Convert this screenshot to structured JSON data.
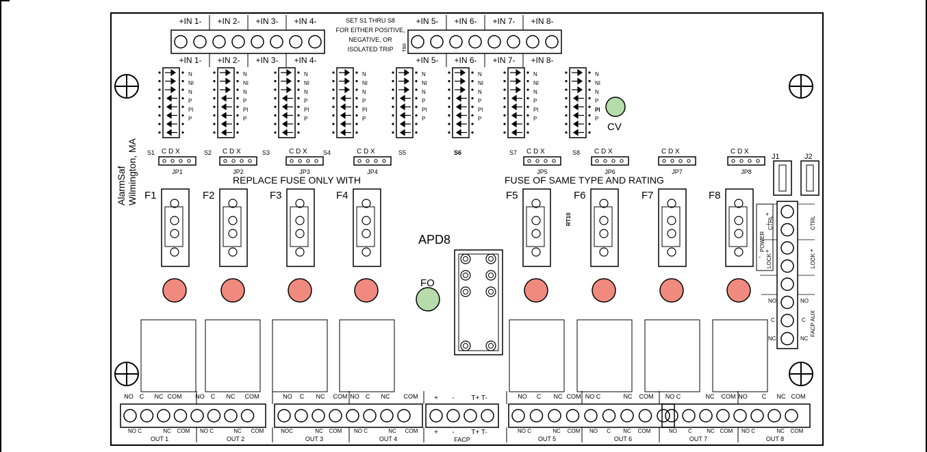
{
  "board": {
    "maker": "AlarmSaf",
    "city": "Wilmington, MA",
    "model": "APD8",
    "note_lines": [
      "SET S1 THRU S8",
      "FOR EITHER POSITIVE,",
      "NEGATIVE, OR",
      "ISOLATED TRIP"
    ],
    "tb6": "TB6",
    "fuse_warning_left": "REPLACE FUSE ONLY WITH",
    "fuse_warning_right": "FUSE OF SAME TYPE AND RATING",
    "rt10": "RT10"
  },
  "input_labels": [
    "+IN 1-",
    "+IN 2-",
    "+IN 3-",
    "+IN 4-",
    "+IN 5-",
    "+IN 6-",
    "+IN 7-",
    "+IN 8-"
  ],
  "switch_side_labels": [
    "N",
    "NI",
    "N",
    "P",
    "PI",
    "P"
  ],
  "switch_names": [
    "S1",
    "S2",
    "S3",
    "S4",
    "S5",
    "S6",
    "S7",
    "S8"
  ],
  "jumpers": {
    "pin_labels": "C D X",
    "names": [
      "JP1",
      "JP2",
      "JP3",
      "JP4",
      "JP5",
      "JP6",
      "JP7",
      "JP8"
    ],
    "extra": [
      "J1",
      "J2"
    ]
  },
  "fuses": [
    "F1",
    "F2",
    "F3",
    "F4",
    "F5",
    "F6",
    "F7",
    "F8"
  ],
  "indicators": {
    "cv": "CV",
    "fo": "FO",
    "colors": {
      "green": "#b6dca9",
      "red": "#f08a7e"
    }
  },
  "aux_terminal": {
    "power": "POWER",
    "lock": "LOCK",
    "ctrl": "CTRL",
    "facp_aux": "FACP AUX",
    "no": "NO",
    "c": "C",
    "nc": "NC",
    "plus": "+",
    "minus": "-"
  },
  "outputs": {
    "top_row": [
      "NO",
      "C",
      "NC",
      "COM",
      "NO",
      "C",
      "NC",
      "COM",
      "NO",
      "C",
      "NC",
      "COM",
      "NO",
      "C",
      "NC",
      "COM",
      "NO",
      "C",
      "NC",
      "COM",
      "NO C",
      "NC",
      "COM",
      "NO C",
      "NC",
      "COM",
      "NO",
      "C",
      "NC",
      "COM"
    ],
    "bottom_row": [
      "NO C",
      "NC",
      "COM",
      "NO C",
      "NC",
      "COM",
      "NOC",
      "NC",
      "COM",
      "NO C",
      "NC",
      "COM",
      "NO C",
      "NC",
      "COM",
      "NO",
      "C",
      "NC",
      "COM",
      "NO",
      "C",
      "NC",
      "COM",
      "NO C",
      "NC",
      "COM"
    ],
    "names": [
      "OUT 1",
      "OUT 2",
      "OUT 3",
      "OUT 4",
      "OUT 5",
      "OUT 6",
      "OUT 7",
      "OUT 8"
    ],
    "facp": "FACP",
    "facp_pins_top": [
      "+",
      "-",
      "T+ T-"
    ],
    "facp_pins_bottom": [
      "+",
      "-",
      "T+ T-"
    ]
  }
}
